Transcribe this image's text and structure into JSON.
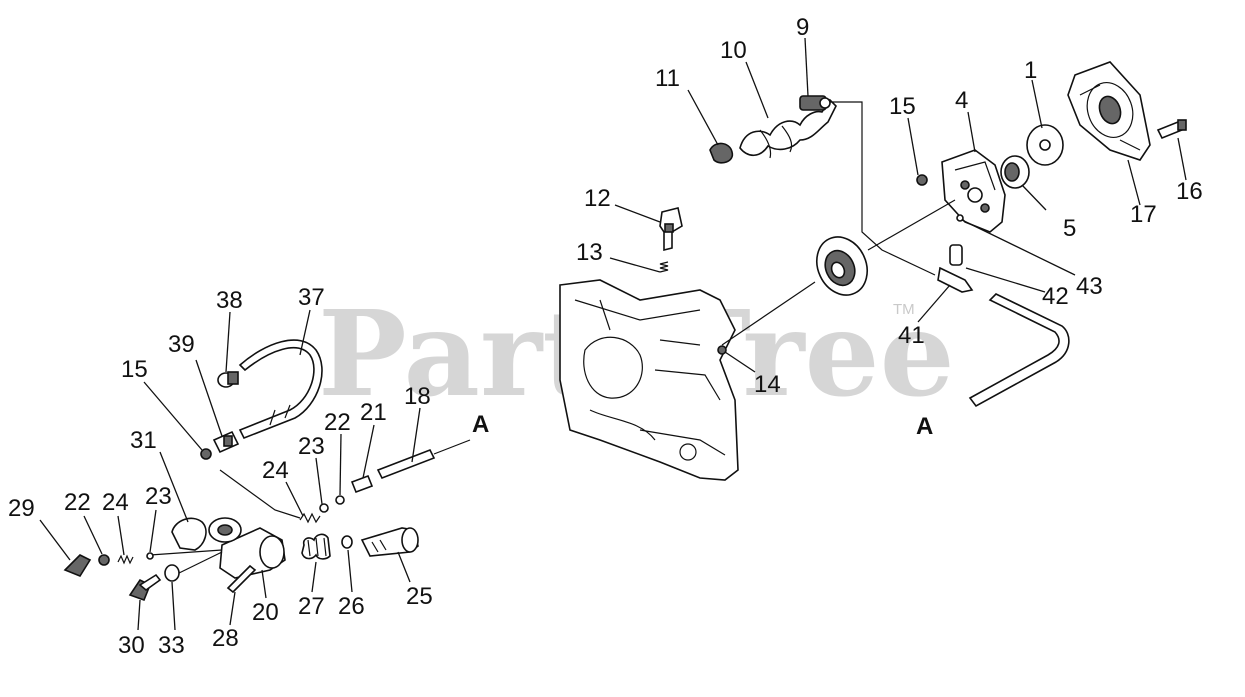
{
  "watermark": {
    "brand": "PartsTree",
    "tm": "TM"
  },
  "labels": {
    "l1": "1",
    "l4": "4",
    "l5": "5",
    "l9": "9",
    "l10": "10",
    "l11": "11",
    "l12": "12",
    "l13": "13",
    "l14": "14",
    "l15a": "15",
    "l15b": "15",
    "l16": "16",
    "l17": "17",
    "l18": "18",
    "l20": "20",
    "l21": "21",
    "l22a": "22",
    "l22b": "22",
    "l23a": "23",
    "l23b": "23",
    "l24a": "24",
    "l24b": "24",
    "l25": "25",
    "l26": "26",
    "l27": "27",
    "l28": "28",
    "l29": "29",
    "l30": "30",
    "l31": "31",
    "l33": "33",
    "l37": "37",
    "l38": "38",
    "l39": "39",
    "l41": "41",
    "l42": "42",
    "l43": "43",
    "refA1": "A",
    "refA2": "A"
  }
}
